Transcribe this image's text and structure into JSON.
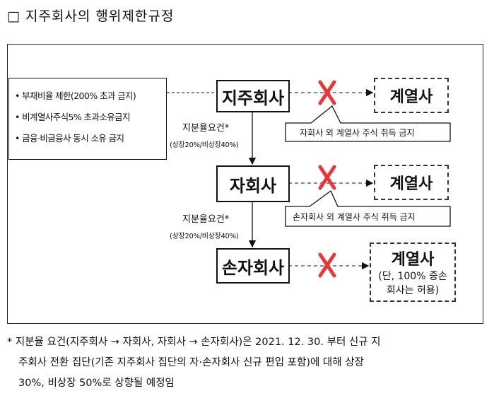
{
  "title": "□ 지주회사의 행위제한규정",
  "nodes": {
    "holding": "지주회사",
    "subsidiary": "자회사",
    "sub_subsidiary": "손자회사",
    "affiliate_1": "계열사",
    "affiliate_2": "계열사",
    "affiliate_3": "계열사",
    "affiliate_3_note_line1": "(단, 100% 증손",
    "affiliate_3_note_line2": "회사는 허용)"
  },
  "restrictions": [
    "부채비율 제한(200% 초과 금지)",
    "비계열사주식5% 초과소유금지",
    "금융·비금융사 동시 소유 금지"
  ],
  "conditions": [
    {
      "label": "지분율요건*",
      "detail": "(상장20%/비상장40%)"
    },
    {
      "label": "지분율요건*",
      "detail": "(상장20%/비상장40%)"
    }
  ],
  "ban_notes": [
    "자회사 외 계열사 주식 취득 금지",
    "손자회사 외 계열사 주식 취득 금지"
  ],
  "bullet": "•",
  "footnote": {
    "line1": "* 지분율 요건(지주회사 → 자회사, 자회사 → 손자회사)은 2021. 12. 30. 부터 신규 지",
    "line2": "주회사 전환 집단(기존 지주회사 집단의 자·손자회사 신규 편입 포함)에 대해 상장",
    "line3": "30%, 비상장 50%로 상향될 예정임"
  },
  "colors": {
    "cross": "#e8363a",
    "line": "#111111",
    "dash": "#444444"
  }
}
